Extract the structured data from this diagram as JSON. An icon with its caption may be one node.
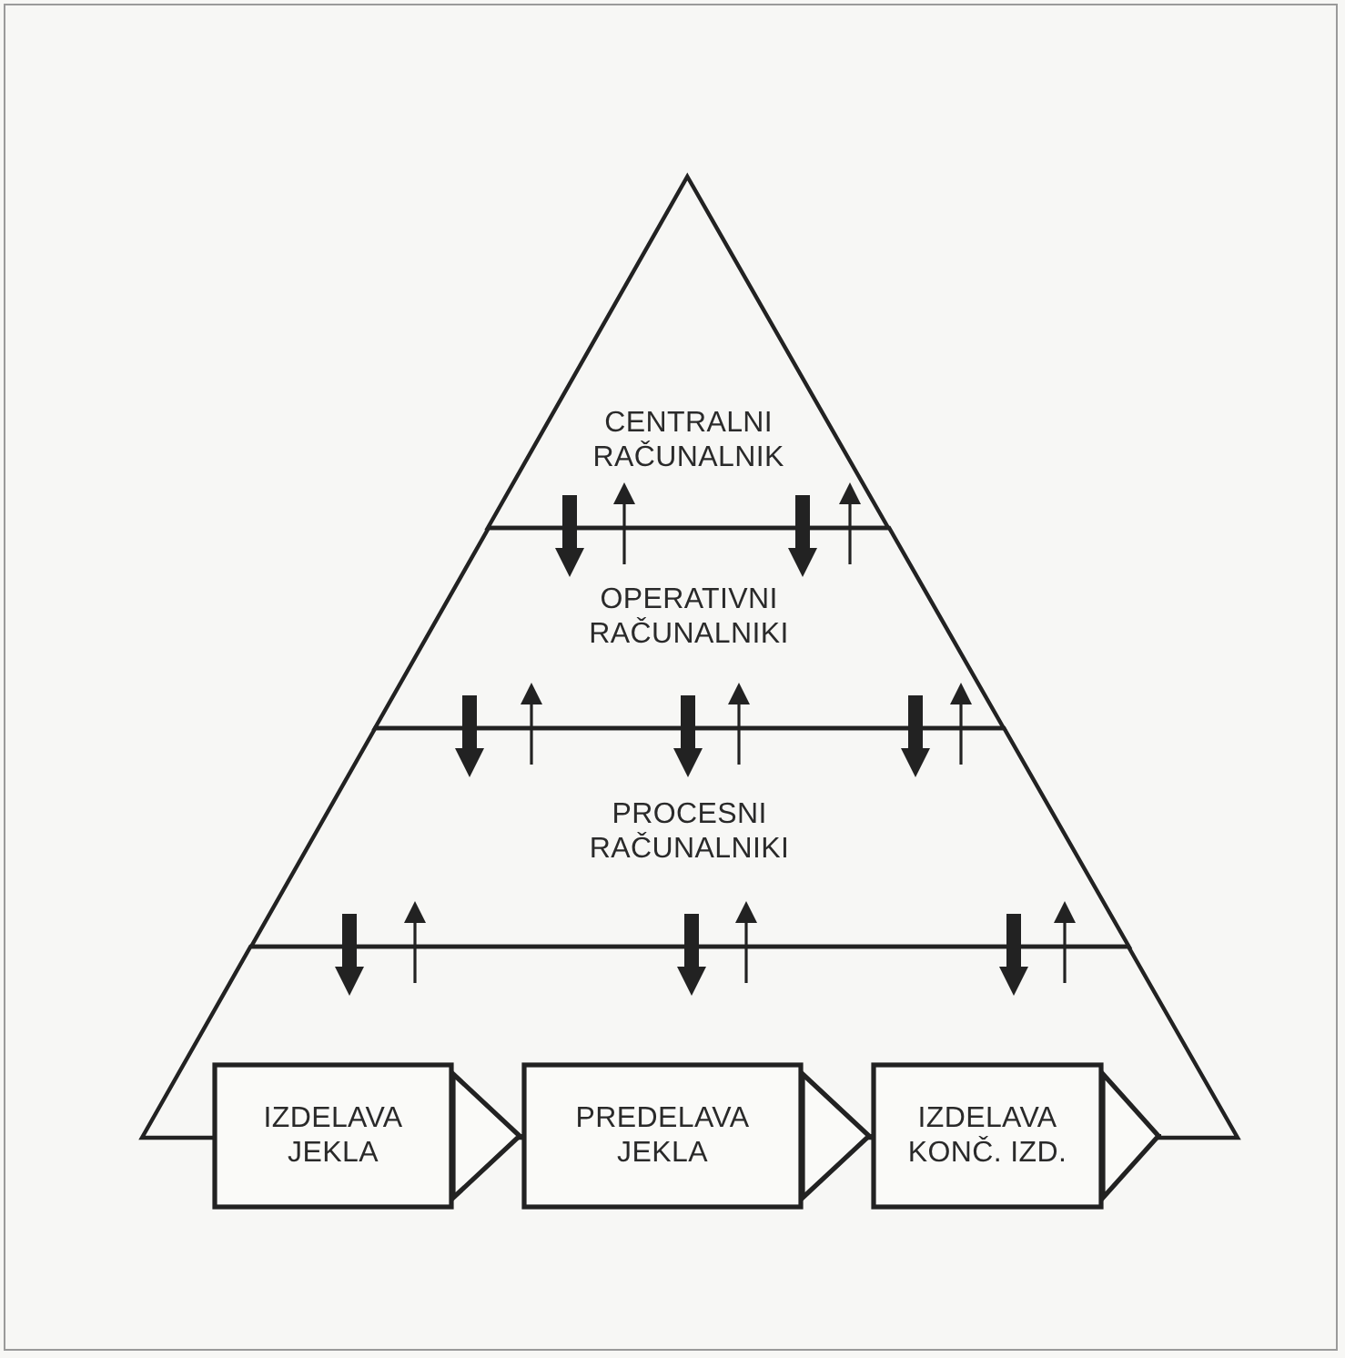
{
  "diagram": {
    "nodes": [
      {
        "text": [
          "CENTRALNI RAČUNALNIK"
        ]
      },
      {
        "text": [
          "OPERATIVNI RAČUNALNIKI"
        ]
      },
      {
        "text": [
          "PROCESNI RAČUNALNIKI"
        ]
      },
      {
        "text": [],
        "shape": "trapezoid"
      },
      {
        "text": [
          "IZDELAVA JEKLA"
        ]
      },
      {
        "text": [
          "PREDELAVA JEKLA"
        ]
      },
      {
        "text": [
          "IZDELAVA KONČ. IZD."
        ]
      }
    ],
    "edges": [
      {
        "from": 0,
        "to": 1,
        "arrow": "to",
        "style": "thick"
      },
      {
        "from": 1,
        "to": 0,
        "arrow": "to"
      },
      {
        "from": 0,
        "to": 1,
        "arrow": "to",
        "style": "thick"
      },
      {
        "from": 1,
        "to": 0,
        "arrow": "to"
      },
      {
        "from": 1,
        "to": 2,
        "arrow": "to",
        "style": "thick"
      },
      {
        "from": 2,
        "to": 1,
        "arrow": "to"
      },
      {
        "from": 1,
        "to": 2,
        "arrow": "to",
        "style": "thick"
      },
      {
        "from": 2,
        "to": 1,
        "arrow": "to"
      },
      {
        "from": 1,
        "to": 2,
        "arrow": "to",
        "style": "thick"
      },
      {
        "from": 2,
        "to": 1,
        "arrow": "to"
      },
      {
        "from": 2,
        "to": 3,
        "arrow": "to",
        "style": "thick"
      },
      {
        "from": 3,
        "to": 2,
        "arrow": "to"
      },
      {
        "from": 2,
        "to": 3,
        "arrow": "to",
        "style": "thick"
      },
      {
        "from": 3,
        "to": 2,
        "arrow": "to"
      },
      {
        "from": 2,
        "to": 3,
        "arrow": "to",
        "style": "thick"
      },
      {
        "from": 3,
        "to": 2,
        "arrow": "to"
      },
      {
        "from": 4,
        "to": 5,
        "arrow": "to"
      },
      {
        "from": 5,
        "to": 6,
        "arrow": "to"
      },
      {
        "from": 6,
        "to": 3,
        "arrow": "to"
      }
    ]
  }
}
